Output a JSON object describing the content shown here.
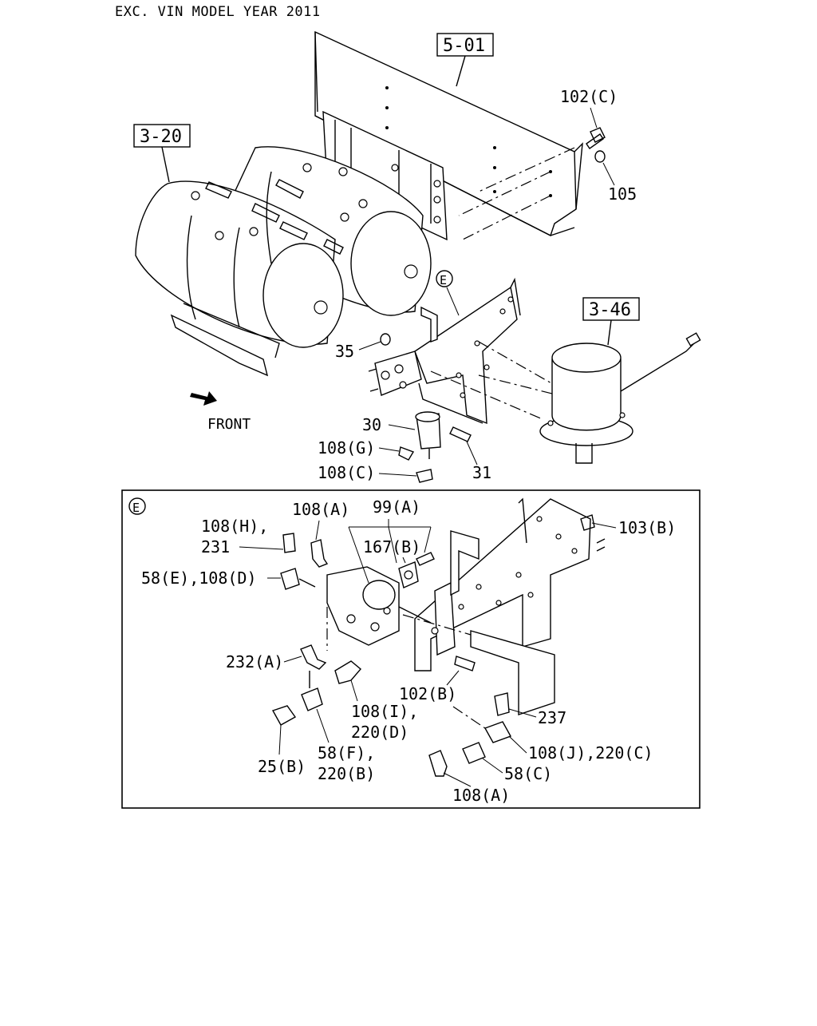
{
  "header": {
    "title": "EXC. VIN MODEL YEAR 2011"
  },
  "references": {
    "frame": "5-01",
    "tanks": "3-20",
    "dryer": "3-46"
  },
  "detail_marker": "E",
  "direction_label": "FRONT",
  "upper_labels": {
    "p102c": "102(C)",
    "p105": "105",
    "p35": "35",
    "p30": "30",
    "p108g": "108(G)",
    "p108c": "108(C)",
    "p31": "31"
  },
  "detail_labels": {
    "p108a_top": "108(A)",
    "p99a": "99(A)",
    "p108h": "108(H),",
    "p231": "231",
    "p167b": "167(B)",
    "p103b": "103(B)",
    "p58e": "58(E),108(D)",
    "p232a": "232(A)",
    "p102b": "102(B)",
    "p108i": "108(I),",
    "p220d": "220(D)",
    "p237": "237",
    "p58f": "58(F),",
    "p220b": "220(B)",
    "p25b": "25(B)",
    "p108j": "108(J),220(C)",
    "p58c": "58(C)",
    "p108a_bot": "108(A)"
  }
}
